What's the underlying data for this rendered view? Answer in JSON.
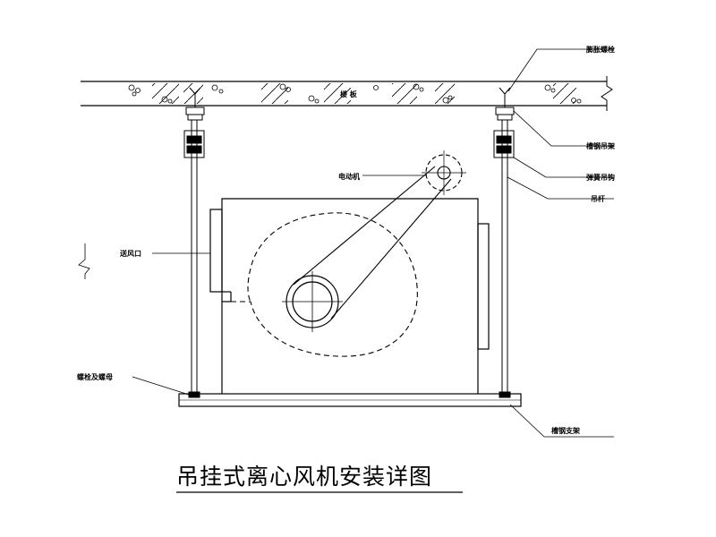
{
  "title": "吊挂式离心风机安装详图",
  "labels": {
    "expansion_bolt": "膨胀螺栓",
    "floor_slab": "楼 板",
    "angle_bracket": "槽钢吊架",
    "spring_hanger": "弹簧吊钩",
    "hanger_rod": "吊杆",
    "motor": "电动机",
    "air_outlet": "送风口",
    "nut_washer": "螺栓及螺母",
    "steel_support": "槽钢支架"
  },
  "colors": {
    "line": "#000000",
    "background": "#ffffff"
  }
}
